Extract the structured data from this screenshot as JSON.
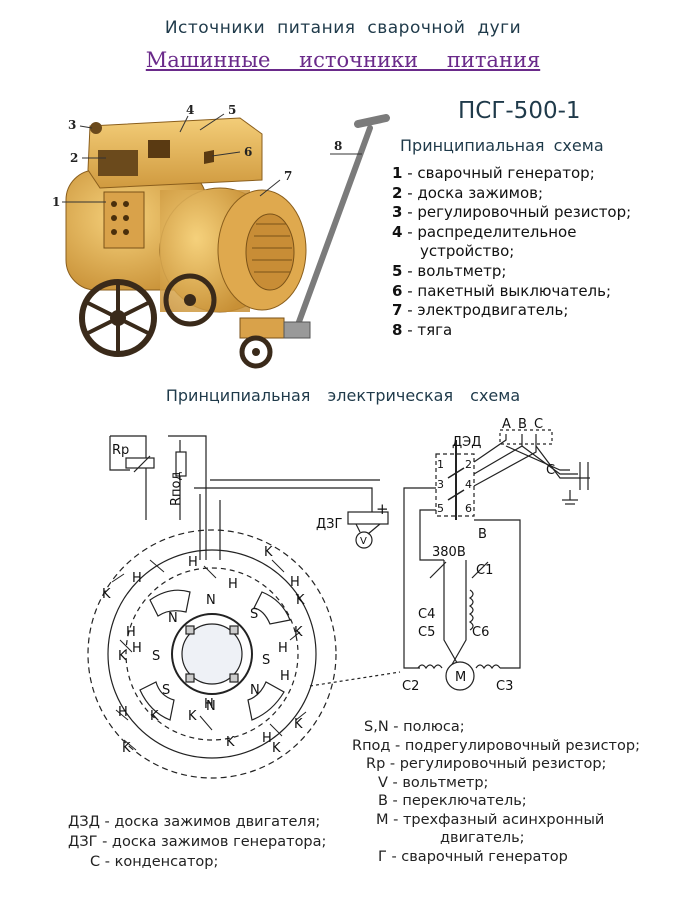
{
  "header": {
    "title": "Источники питания сварочной дуги",
    "subtitle": "Машинные источники питания",
    "model": "ПСГ-500-1",
    "schematic_title": "Принципиальная схема",
    "electric_title": "Принципиальная электрическая схема"
  },
  "parts_legend": [
    {
      "num": "1",
      "text": " - сварочный генератор;"
    },
    {
      "num": "2",
      "text": " - доска зажимов;"
    },
    {
      "num": "3",
      "text": " - регулировочный резистор;"
    },
    {
      "num": "4",
      "text": " - распределительное"
    },
    {
      "num": "",
      "text": "устройство;"
    },
    {
      "num": "5",
      "text": " - вольтметр;"
    },
    {
      "num": "6",
      "text": " - пакетный выключатель;"
    },
    {
      "num": "7",
      "text": " - электродвигатель;"
    },
    {
      "num": "8",
      "text": " - тяга"
    }
  ],
  "machine_callouts": [
    "1",
    "2",
    "3",
    "4",
    "5",
    "6",
    "7",
    "8"
  ],
  "diagram_labels": {
    "rp": "Rр",
    "rpod": "Rпод",
    "dzg": "ДЗГ",
    "plus": "+",
    "v": "V",
    "ded": "ДЭД",
    "a": "A",
    "b": "B",
    "c": "C",
    "c_cap": "C",
    "sw_b": "B",
    "voltage": "380В",
    "c1": "C1",
    "c2": "C2",
    "c3": "C3",
    "c4": "C4",
    "c5": "C5",
    "c6": "C6",
    "m": "M",
    "n": "N",
    "s": "S",
    "h": "H",
    "k": "K",
    "t1": "1",
    "t2": "2",
    "t3": "3",
    "t4": "4",
    "t5": "5",
    "t6": "6"
  },
  "notes_left": [
    "ДЗД - доска зажимов двигателя;",
    "ДЗГ - доска зажимов генератора;",
    "С - конденсатор;"
  ],
  "notes_right": [
    "S,N - полюса;",
    "Rпод - подрегулировочный резистор;",
    "Rр - регулировочный резистор;",
    "V - вольтметр;",
    "В - переключатель;",
    "М - трехфазный асинхронный",
    "двигатель;",
    "Г - сварочный генератор"
  ],
  "colors": {
    "machine": "#e8b455",
    "machine_dark": "#b9822c",
    "ink": "#1f3a4a",
    "accent": "#6a2a8a"
  }
}
